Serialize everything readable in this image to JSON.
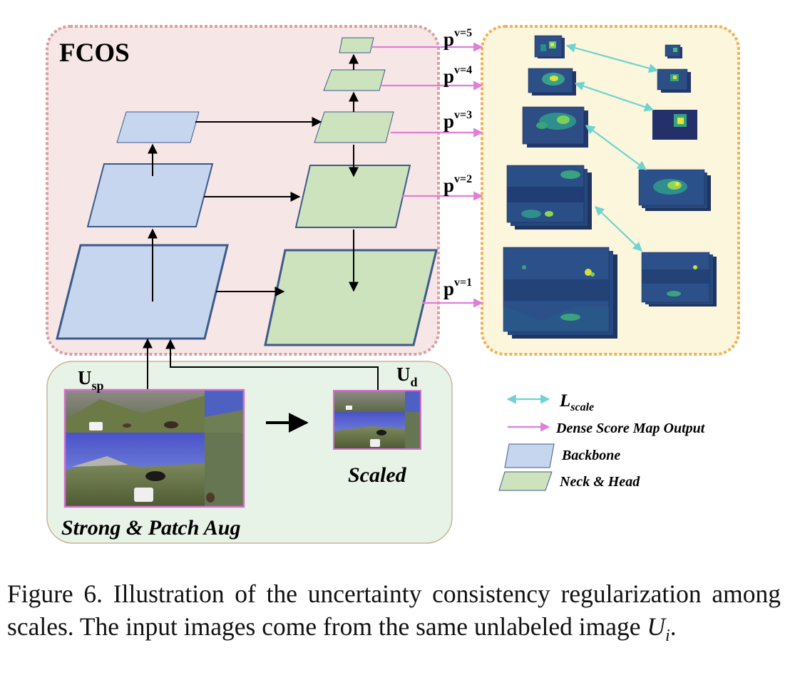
{
  "fcos_label": "FCOS",
  "levels": [
    {
      "p": "p",
      "sup": "v=5"
    },
    {
      "p": "p",
      "sup": "v=4"
    },
    {
      "p": "p",
      "sup": "v=3"
    },
    {
      "p": "p",
      "sup": "v=2"
    },
    {
      "p": "p",
      "sup": "v=1"
    }
  ],
  "inputs": {
    "usp": {
      "main": "U",
      "sub": "sp"
    },
    "ud": {
      "main": "U",
      "sub": "d"
    },
    "strong_label": "Strong & Patch Aug",
    "scaled_label": "Scaled"
  },
  "legend": {
    "lscale": {
      "main": "L",
      "sub": "scale"
    },
    "dense": "Dense Score Map Output",
    "backbone": "Backbone",
    "neck_head": "Neck & Head"
  },
  "colors": {
    "backbone_fill": "#c5d6ee",
    "neck_fill": "#cde3bd",
    "fcos_bg": "#f7e6e6",
    "fcos_border": "#d9a0a0",
    "score_bg": "#fbf6dc",
    "score_border": "#f0b256",
    "input_bg": "#e8f3e7",
    "magenta": "#e07ed9",
    "cyan": "#6fd3cf",
    "photo_border": "#d66ed2"
  },
  "caption": {
    "text": "Figure 6. Illustration of the uncertainty consistency regularization among scales. The input images come from the same unlabeled image ",
    "math_main": "U",
    "math_sub": "i",
    "end": "."
  }
}
